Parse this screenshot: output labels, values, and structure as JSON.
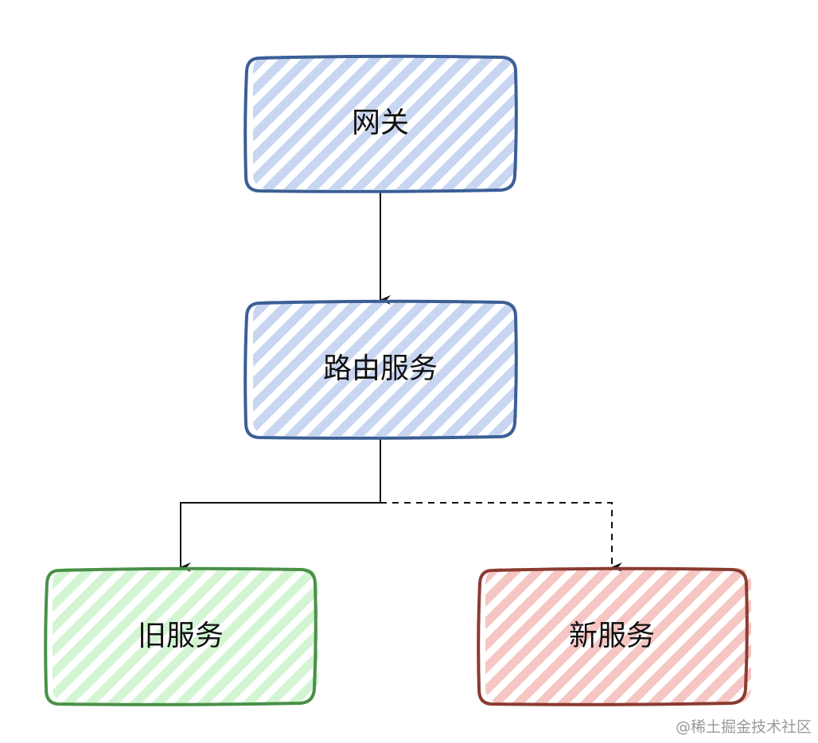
{
  "nodes": {
    "gateway": {
      "label": "网关",
      "fill": "#c9d6f2",
      "stroke": "#3b5f96"
    },
    "router": {
      "label": "路由服务",
      "fill": "#c9d6f2",
      "stroke": "#3b5f96"
    },
    "old": {
      "label": "旧服务",
      "fill": "#d3f5d3",
      "stroke": "#4a9048"
    },
    "new": {
      "label": "新服务",
      "fill": "#f5c6c3",
      "stroke": "#8a3b30"
    }
  },
  "edges": [
    {
      "from": "gateway",
      "to": "router",
      "style": "solid"
    },
    {
      "from": "router",
      "to": "old",
      "style": "solid"
    },
    {
      "from": "router",
      "to": "new",
      "style": "dashed"
    }
  ],
  "watermark": "@稀土掘金技术社区"
}
